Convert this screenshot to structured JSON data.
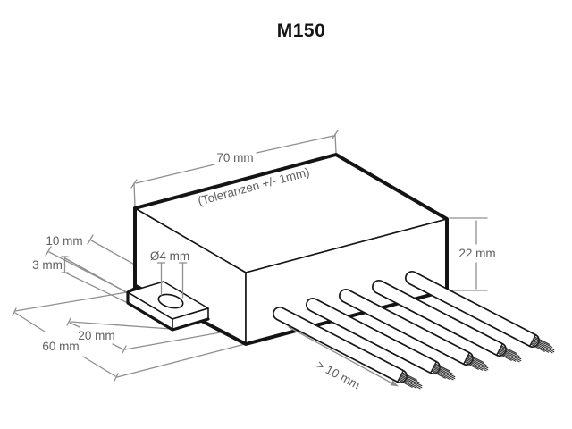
{
  "title": "M150",
  "diagram": {
    "labels": {
      "box_length": "70 mm",
      "tolerance_note": "(Toleranzen +/- 1mm)",
      "box_height": "22 mm",
      "tab_protrusion": "10 mm",
      "tab_thickness": "3 mm",
      "tab_width": "20 mm",
      "overall_depth": "60 mm",
      "hole_diameter": "Ø4 mm",
      "wire_strip_length": "> 10 mm"
    },
    "colors": {
      "background": "#ffffff",
      "outline": "#141414",
      "dimension_line": "#8f8f8f",
      "dimension_text": "#5f5f5f"
    }
  }
}
